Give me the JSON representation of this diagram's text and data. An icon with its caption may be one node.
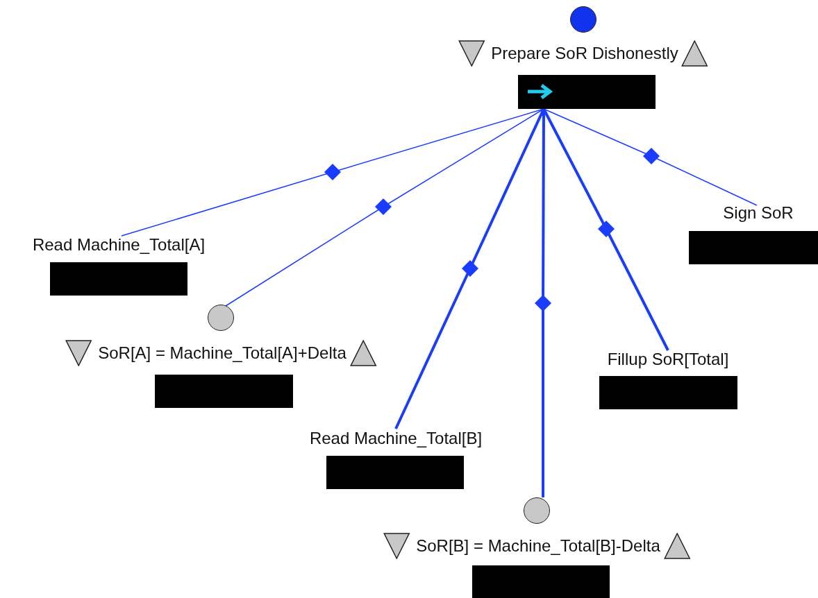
{
  "diagram": {
    "nodes": [
      {
        "text": [
          "Prepare SoR Dishonestly"
        ]
      },
      {
        "text": [
          "Read Machine_Total[A]"
        ]
      },
      {
        "text": [
          "SoR[A] = Machine_Total[A]+Delta"
        ]
      },
      {
        "text": [
          "Read Machine_Total[B]"
        ]
      },
      {
        "text": [
          "SoR[B] = Machine_Total[B]-Delta"
        ]
      },
      {
        "text": [
          "Fillup SoR[Total]"
        ]
      },
      {
        "text": [
          "Sign SoR"
        ]
      }
    ],
    "edges": [
      {
        "from": 0,
        "to": 1,
        "arrow": "none"
      },
      {
        "from": 0,
        "to": 2,
        "arrow": "none"
      },
      {
        "from": 0,
        "to": 3,
        "arrow": "none",
        "style": "thick"
      },
      {
        "from": 0,
        "to": 4,
        "arrow": "none",
        "style": "thick"
      },
      {
        "from": 0,
        "to": 5,
        "arrow": "none",
        "style": "thick"
      },
      {
        "from": 0,
        "to": 6,
        "arrow": "none"
      }
    ]
  }
}
